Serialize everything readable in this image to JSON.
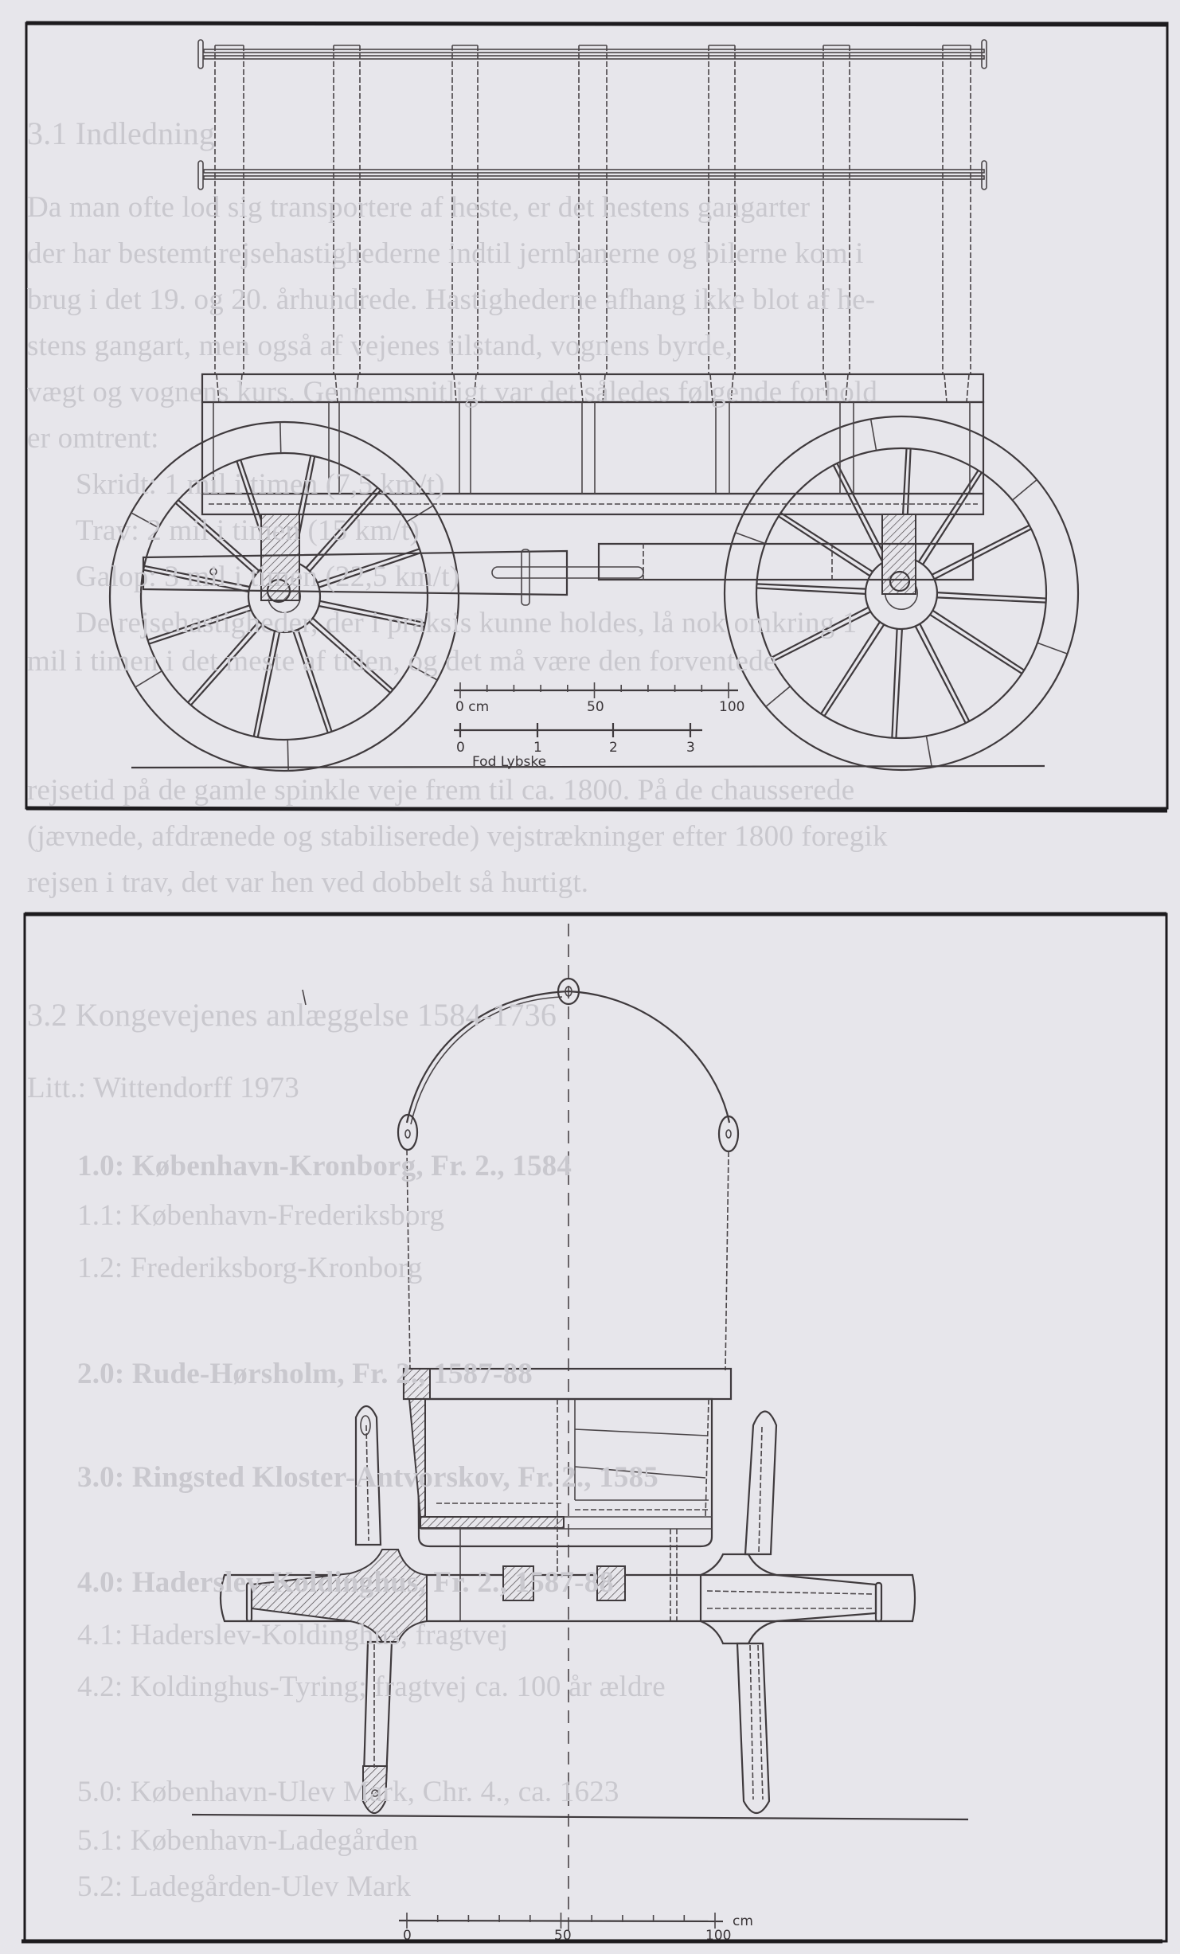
{
  "bleed_through": {
    "top_page": [
      {
        "text": "3.1 Indledning",
        "style": "heading"
      },
      {
        "text": "Da man ofte lod sig transportere af heste, er det hestens gangarter",
        "style": "body"
      },
      {
        "text": "der har bestemt rejsehastighederne indtil jernbanerne og bilerne kom i",
        "style": "body"
      },
      {
        "text": "brug i det 19. og 20. århundrede. Hastighederne afhang ikke blot af he-",
        "style": "body"
      },
      {
        "text": "stens gangart, men også af vejenes tilstand, vognens byrde,",
        "style": "body"
      },
      {
        "text": "vægt og vognens kurs. Gennemsnitligt var det således følgende forhold",
        "style": "body"
      },
      {
        "text": "er omtrent:",
        "style": "body"
      },
      {
        "text": "Skridt: 1 mil i timen (7,5 km/t)",
        "style": "indent"
      },
      {
        "text": "Trav: 2 mil i timen (15 km/t)",
        "style": "indent"
      },
      {
        "text": "Galop: 3 mil i timen (22,5 km/t)",
        "style": "indent"
      },
      {
        "text": "De rejsehastigheder, der i praksis kunne holdes, lå nok omkring 1",
        "style": "indent"
      },
      {
        "text": "mil i timen i det meste af tiden, og det må være den forventede",
        "style": "body"
      },
      {
        "text": "rejsetid på de gamle spinkle veje frem til ca. 1800. På de chausserede",
        "style": "body"
      },
      {
        "text": "(jævnede, afdrænede og stabiliserede) vejstrækninger efter 1800 foregik",
        "style": "body"
      },
      {
        "text": "rejsen i trav, det var hen ved dobbelt så hurtigt.",
        "style": "body"
      }
    ],
    "bottom_page": [
      {
        "text": "3.2 Kongevejenes anlæggelse 1584-1736",
        "style": "heading"
      },
      {
        "text": "Litt.: Wittendorff 1973",
        "style": "body"
      },
      {
        "text": "1.0: København-Kronborg, Fr. 2., 1584",
        "style": "bold"
      },
      {
        "text": "1.1: København-Frederiksborg",
        "style": "indent"
      },
      {
        "text": "1.2: Frederiksborg-Kronborg",
        "style": "indent"
      },
      {
        "text": "2.0: Rude-Hørsholm, Fr. 2., 1587-88",
        "style": "bold"
      },
      {
        "text": "3.0: Ringsted Kloster-Antvorskov, Fr. 2., 1585",
        "style": "bold"
      },
      {
        "text": "4.0: Haderslev-Koldinghus, Fr. 2., 1587-88",
        "style": "bold"
      },
      {
        "text": "4.1: Haderslev-Koldinghus, fragtvej",
        "style": "indent"
      },
      {
        "text": "4.2: Koldinghus-Tyring; fragtvej ca. 100 år ældre",
        "style": "indent"
      },
      {
        "text": "5.0: København-Ulev Mark, Chr. 4., ca. 1623",
        "style": "indent"
      },
      {
        "text": "5.1: København-Ladegården",
        "style": "indent"
      },
      {
        "text": "5.2: Ladegården-Ulev Mark",
        "style": "indent"
      }
    ]
  },
  "figure_side_view": {
    "scale_cm": {
      "zero": "0 cm",
      "mid": "50",
      "end": "100"
    },
    "scale_fod": {
      "ticks": [
        "0",
        "1",
        "2",
        "3"
      ],
      "unit": "Fod Lybske"
    }
  },
  "figure_front_view": {
    "scale_cm": {
      "zero": "0",
      "mid": "50",
      "end": "100",
      "unit": "cm"
    }
  },
  "colors": {
    "paper": "#e7e6eb",
    "ink": "#3f3a3d",
    "frame": "#1d1b1e"
  }
}
